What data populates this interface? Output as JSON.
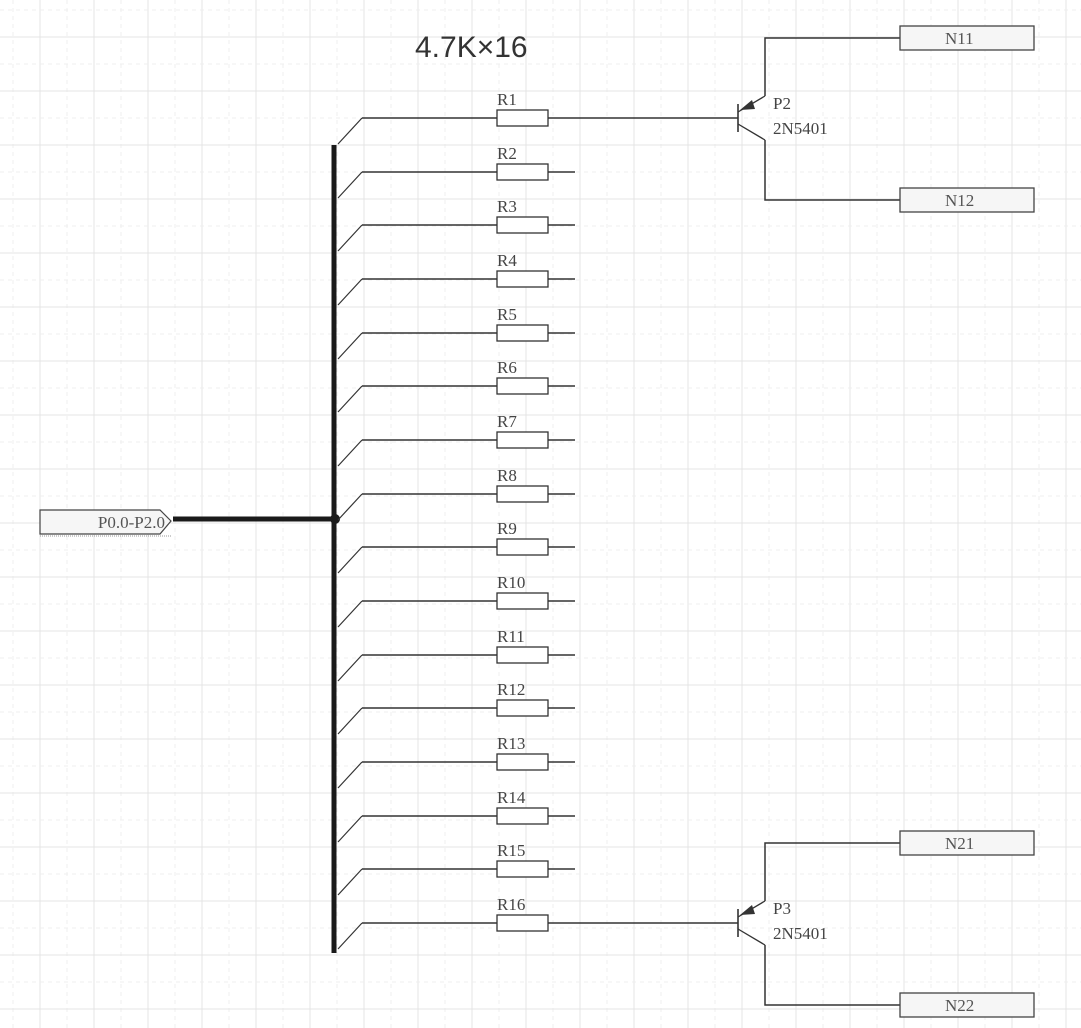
{
  "title": "4.7K×16",
  "input_port": {
    "label": "P0.0-P2.0"
  },
  "resistors": [
    {
      "ref": "R1"
    },
    {
      "ref": "R2"
    },
    {
      "ref": "R3"
    },
    {
      "ref": "R4"
    },
    {
      "ref": "R5"
    },
    {
      "ref": "R6"
    },
    {
      "ref": "R7"
    },
    {
      "ref": "R8"
    },
    {
      "ref": "R9"
    },
    {
      "ref": "R10"
    },
    {
      "ref": "R11"
    },
    {
      "ref": "R12"
    },
    {
      "ref": "R13"
    },
    {
      "ref": "R14"
    },
    {
      "ref": "R15"
    },
    {
      "ref": "R16"
    }
  ],
  "transistors": [
    {
      "ref": "P2",
      "part": "2N5401",
      "base_from": "R1",
      "emitter_port": "N11",
      "collector_port": "N12"
    },
    {
      "ref": "P3",
      "part": "2N5401",
      "base_from": "R16",
      "emitter_port": "N21",
      "collector_port": "N22"
    }
  ],
  "colors": {
    "wire": "#333333",
    "bus": "#1a1a1a",
    "grid": "#e6e6e6",
    "grid_minor": "#ececec",
    "port_fill": "#f6f6f6"
  }
}
